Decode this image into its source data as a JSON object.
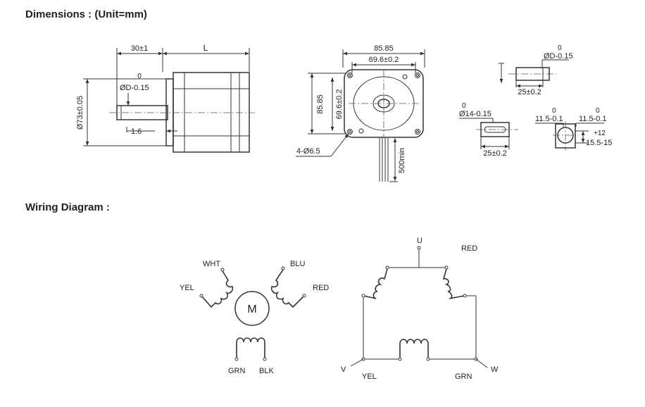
{
  "headings": {
    "dimensions": "Dimensions : (Unit=mm)",
    "wiring": "Wiring Diagram :"
  },
  "side_view": {
    "shaft_length": "30±1",
    "body_length": "L",
    "flange_dia": "Ø73±0.05",
    "shaft_dia": "ØD-0.15",
    "shaft_dia_upper": "0",
    "flange_thk": "1.6"
  },
  "front_view": {
    "outer_width": "85.85",
    "hole_spacing_h": "69.6±0.2",
    "outer_height": "85.85",
    "hole_spacing_v": "69.6±0.2",
    "holes": "4-Ø6.5",
    "lead_length": "500min"
  },
  "shaft_detail": {
    "d_dia": "ØD-0.15",
    "d_dia_upper": "0",
    "d_flat_len": "25±0.2",
    "key_dia": "Ø14-0.15",
    "key_dia_upper": "0",
    "key_len": "25±0.2",
    "key_w_left": "11.5-0.1",
    "key_w_left_upper": "0",
    "key_w_right": "11.5-0.1",
    "key_w_right_upper": "0",
    "key_depth": "15.5-15",
    "key_depth_upper": "+12"
  },
  "wiring_left": {
    "motor": "M",
    "wht": "WHT",
    "blu": "BLU",
    "yel": "YEL",
    "red": "RED",
    "grn": "GRN",
    "blk": "BLK"
  },
  "wiring_right": {
    "u": "U",
    "red": "RED",
    "v": "V",
    "w": "W",
    "yel": "YEL",
    "grn": "GRN"
  }
}
